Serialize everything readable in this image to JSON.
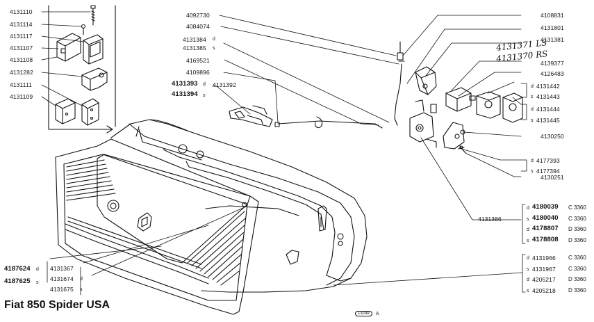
{
  "title": "Fiat 850 Spider USA",
  "ref_code": "13249",
  "ref_letter": "A",
  "handwritten": [
    "4131371 LS",
    "4131370 RS"
  ],
  "colors": {
    "ink": "#111111",
    "paper": "#ffffff"
  },
  "left_labels": [
    "4131110",
    "4131114",
    "4131117",
    "4131107",
    "4131108",
    "4131282",
    "4131111",
    "4131109"
  ],
  "top_labels": {
    "a": "4092730",
    "b": "4084074",
    "c": "4131384",
    "c_sfx": "d",
    "d": "4131385",
    "d_sfx": "s",
    "e": "4169521",
    "f": "4109896",
    "g": "4131393",
    "g_sfx": "d",
    "h": "4131394",
    "h_sfx": "s",
    "i": "4131392"
  },
  "right_labels": {
    "r1": "4108831",
    "r2": "4131801",
    "r3": "4131381",
    "r4": "4139377",
    "r5": "4126483",
    "r6": "4131442",
    "r6_sfx": "d",
    "r7": "4131443",
    "r7_sfx": "s",
    "r8": "4131444",
    "r8_sfx": "d",
    "r9": "4131445",
    "r9_sfx": "s",
    "r10": "4130250",
    "r11": "4177393",
    "r11_sfx": "d",
    "r12": "4177394",
    "r12_sfx": "s",
    "r13": "4130251",
    "r14": "4131386"
  },
  "group1": [
    {
      "sfx": "d",
      "num": "4180039",
      "code": "C 3360"
    },
    {
      "sfx": "s",
      "num": "4180040",
      "code": "C 3360"
    },
    {
      "sfx": "d",
      "num": "4178807",
      "code": "D 3360"
    },
    {
      "sfx": "s",
      "num": "4178808",
      "code": "D 3360"
    }
  ],
  "group2": [
    {
      "sfx": "d",
      "num": "4131966",
      "code": "C 3360"
    },
    {
      "sfx": "s",
      "num": "4131967",
      "code": "C 3360"
    },
    {
      "sfx": "d",
      "num": "4205217",
      "code": "D 3360"
    },
    {
      "sfx": "s",
      "num": "4205218",
      "code": "D 3360"
    }
  ],
  "bottom_labels": {
    "b1": "4187624",
    "b1_sfx": "d",
    "b2": "4187625",
    "b2_sfx": "s",
    "b3": "4131367",
    "b4": "4131674",
    "b4_sfx": "d",
    "b5": "4131675",
    "b5_sfx": "s"
  }
}
